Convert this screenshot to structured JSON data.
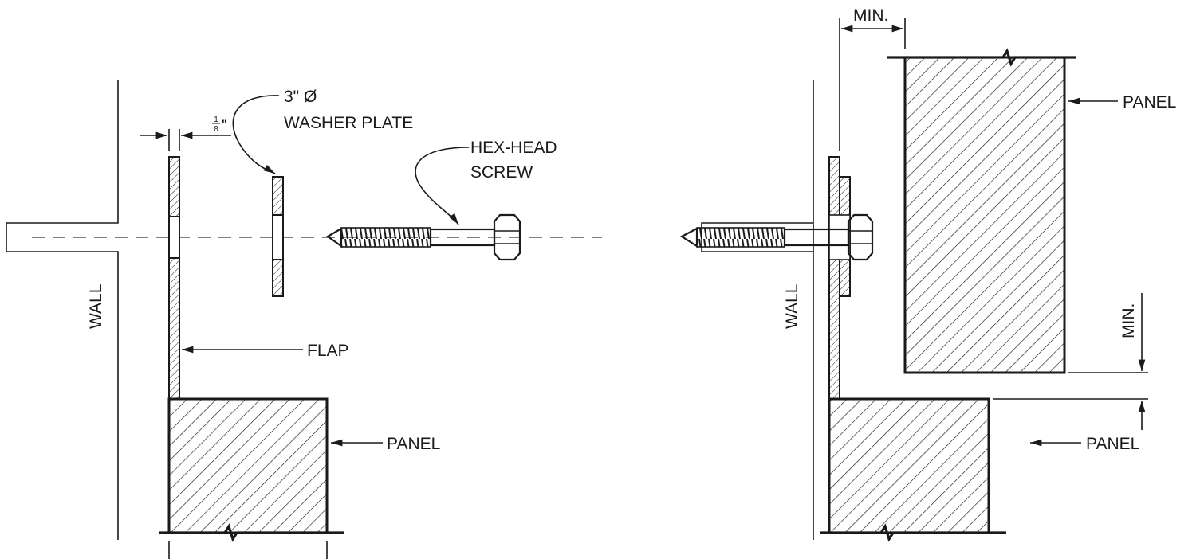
{
  "left_view": {
    "wall_label": "WALL",
    "gap_label_num": "1",
    "gap_label_den": "8",
    "gap_label_unit": "\"",
    "washer_label_line1": "3\" Ø",
    "washer_label_line2": "WASHER PLATE",
    "screw_label_line1": "HEX-HEAD",
    "screw_label_line2": "SCREW",
    "flap_label": "FLAP",
    "panel_label": "PANEL"
  },
  "right_view": {
    "wall_label": "WALL",
    "min_top_label": "MIN.",
    "min_side_label": "MIN.",
    "panel_top_label": "PANEL",
    "panel_bottom_label": "PANEL"
  }
}
